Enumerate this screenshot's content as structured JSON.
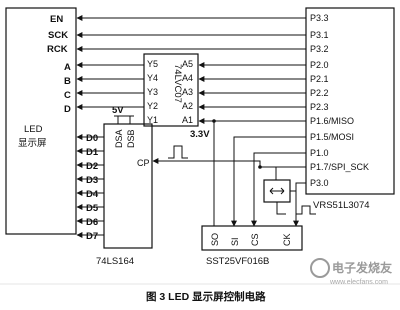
{
  "mcu": {
    "name": "VRS51L3074",
    "pins": [
      "P3.3",
      "P3.1",
      "P3.2",
      "P2.0",
      "P2.1",
      "P2.2",
      "P2.3",
      "P1.6/MISO",
      "P1.5/MOSI",
      "P1.0",
      "P1.7/SPI_SCK",
      "P3.0"
    ]
  },
  "led": {
    "label_line1": "LED",
    "label_line2": "显示屏",
    "inputs": [
      "EN",
      "SCK",
      "RCK",
      "A",
      "B",
      "C",
      "D"
    ],
    "data_pins": [
      "D0",
      "D1",
      "D2",
      "D3",
      "D4",
      "D5",
      "D6",
      "D7"
    ]
  },
  "buffer": {
    "name": "74LVC07",
    "left_pins": [
      "Y5",
      "Y4",
      "Y3",
      "Y2",
      "Y1"
    ],
    "right_pins": [
      "A5",
      "A4",
      "A3",
      "A2",
      "A1"
    ]
  },
  "shift_register": {
    "name": "74LS164",
    "inputs": [
      "DSA",
      "DSB"
    ],
    "clock": "CP",
    "supply": "5V"
  },
  "flash": {
    "name": "SST25VF016B",
    "pins": [
      "SO",
      "SI",
      "CS",
      "CK"
    ]
  },
  "supply_33": "3.3V",
  "caption": "图 3   LED 显示屏控制电路",
  "watermark": "电子发烧友",
  "watermark_url": "www.elecfans.com"
}
